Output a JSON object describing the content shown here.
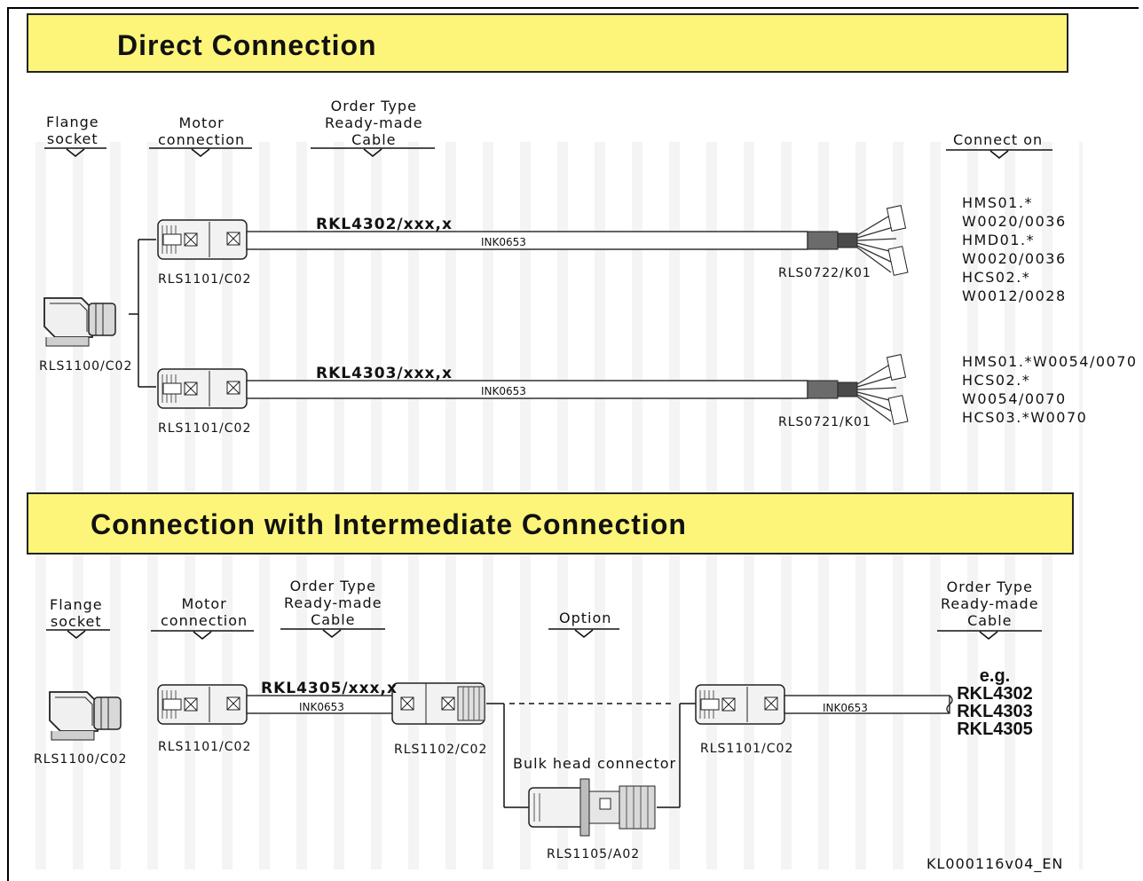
{
  "section1": {
    "title": "Direct Connection",
    "headers": {
      "flange_socket": "Flange\nsocket",
      "motor_connection": "Motor\nconnection",
      "order_type": "Order Type\nReady-made\nCable",
      "connect_on": "Connect on"
    },
    "flange_part": "RLS1100/C02",
    "row1": {
      "motor_part": "RLS1101/C02",
      "cable_code": "RKL4302/xxx,x",
      "cable_type": "INK0653",
      "end_part": "RLS0722/K01",
      "connect_list": [
        "HMS01.*",
        "W0020/0036",
        "HMD01.*",
        "W0020/0036",
        "HCS02.*",
        "W0012/0028"
      ]
    },
    "row2": {
      "motor_part": "RLS1101/C02",
      "cable_code": "RKL4303/xxx,x",
      "cable_type": "INK0653",
      "end_part": "RLS0721/K01",
      "connect_list": [
        "HMS01.*W0054/0070",
        "HCS02.*",
        "W0054/0070",
        "HCS03.*W0070"
      ]
    }
  },
  "section2": {
    "title": "Connection with Intermediate Connection",
    "headers": {
      "flange_socket": "Flange\nsocket",
      "motor_connection": "Motor\nconnection",
      "order_type": "Order Type\nReady-made\nCable",
      "option": "Option",
      "order_type_right": "Order Type\nReady-made\nCable"
    },
    "flange_part": "RLS1100/C02",
    "motor_part": "RLS1101/C02",
    "cable_code": "RKL4305/xxx,x",
    "cable_type_left": "INK0653",
    "coupler_part": "RLS1102/C02",
    "bulkhead_label": "Bulk head connector",
    "bulkhead_part": "RLS1105/A02",
    "right_part": "RLS1101/C02",
    "cable_type_right": "INK0653",
    "examples": [
      "e.g.",
      "RKL4302",
      "RKL4303",
      "RKL4305"
    ]
  },
  "doc_id": "KL000116v04_EN"
}
